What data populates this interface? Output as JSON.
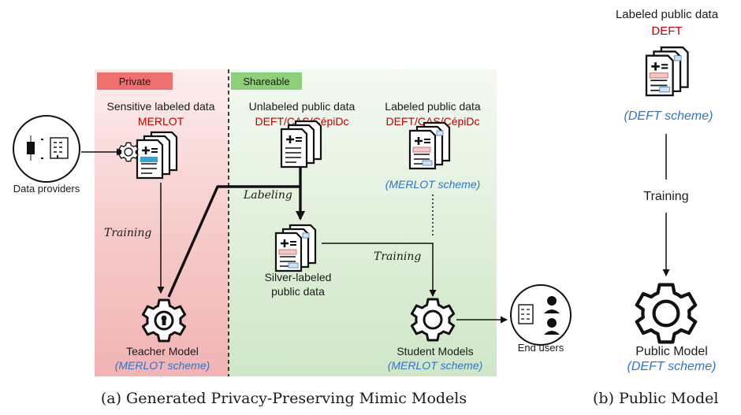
{
  "left_panel": {
    "private_label": "Private",
    "shareable_label": "Shareable",
    "data_providers": "Data providers",
    "sensitive": {
      "title": "Sensitive labeled data",
      "dataset": "MERLOT"
    },
    "unlabeled": {
      "title": "Unlabeled public data",
      "dataset": "DEFT/CAS/CépiDc"
    },
    "labeled": {
      "title": "Labeled public data",
      "dataset": "DEFT/CAS/CépiDc",
      "scheme": "(MERLOT scheme)"
    },
    "labeling_label": "Labeling",
    "training_left": "Training",
    "training_right": "Training",
    "silver_line1": "Silver-labeled",
    "silver_line2": "public data",
    "teacher_title": "Teacher Model",
    "teacher_scheme": "(MERLOT scheme)",
    "student_title": "Student Models",
    "student_scheme": "(MERLOT scheme)",
    "end_users": "End users",
    "caption": "(a) Generated Privacy-Preserving Mimic Models"
  },
  "right_panel": {
    "title": "Labeled public data",
    "dataset": "DEFT",
    "scheme": "(DEFT scheme)",
    "training": "Training",
    "model_title": "Public Model",
    "model_scheme": "(DEFT scheme)",
    "caption": "(b) Public Model"
  },
  "colors": {
    "private_tag": "#f07070",
    "shareable_tag": "#8ed07a",
    "dataset_red": "#c00000",
    "scheme_blue": "#2e75c7"
  }
}
